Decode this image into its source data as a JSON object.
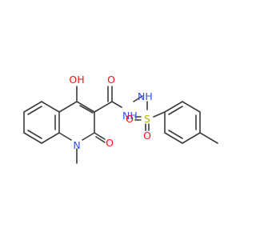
{
  "molecule": {
    "atoms": {
      "hydroxyl": {
        "text": "OH",
        "color": "#ff0d0d"
      },
      "amide_oxygen": {
        "text": "O",
        "color": "#ff0d0d"
      },
      "hydrazide_nh_1": {
        "text": "H",
        "sub": "",
        "color": "#3050f8"
      },
      "hydrazide_nh_1_n": {
        "text": "N"
      },
      "hydrazide_nh_2": {
        "text": "H",
        "color": "#3050f8"
      },
      "hydrazide_nh_2_n": {
        "text": "N"
      },
      "ring_nitrogen": {
        "text": "N",
        "color": "#3050f8"
      },
      "lactam_oxygen": {
        "text": "O",
        "color": "#ff0d0d"
      },
      "sulfur": {
        "text": "S",
        "color": "#b2b200"
      },
      "sulfonyl_oxygen_1": {
        "text": "O",
        "color": "#ff0d0d"
      },
      "sulfonyl_oxygen_2": {
        "text": "O",
        "color": "#ff0d0d"
      }
    },
    "bond_color": "#3c3c3c"
  }
}
